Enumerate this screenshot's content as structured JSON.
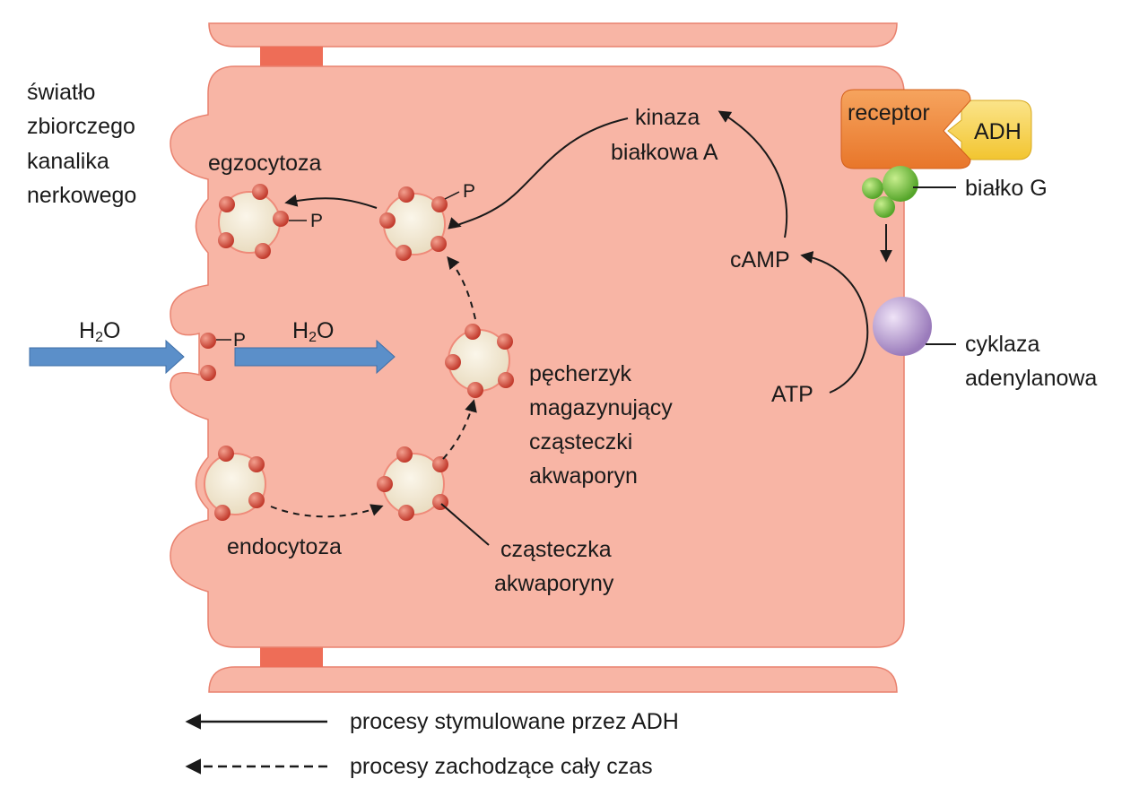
{
  "labels": {
    "lumen": [
      "światło",
      "zbiorczego",
      "kanalika",
      "nerkowego"
    ],
    "exocytosis": "egzocytoza",
    "endocytosis": "endocytoza",
    "water_left": "H",
    "water_right": "H",
    "water_sub": "2",
    "water_o": "O",
    "phosphate": "P",
    "kinase": [
      "kinaza",
      "białkowa A"
    ],
    "camp": "cAMP",
    "atp": "ATP",
    "receptor": "receptor",
    "adh": "ADH",
    "g_protein": "białko G",
    "adenylate_cyclase": [
      "cyklaza",
      "adenylanowa"
    ],
    "storage_vesicle": [
      "pęcherzyk",
      "magazynujący",
      "cząsteczki",
      "akwaporyn"
    ],
    "aquaporin": [
      "cząsteczka",
      "akwaporyny"
    ]
  },
  "legend": {
    "solid": "procesy stymulowane przez ADH",
    "dashed": "procesy zachodzące cały czas"
  },
  "colors": {
    "cell": "#f8b5a5",
    "cell_stroke": "#e9826f",
    "junction": "#ee6d57",
    "water_arrow": "#5b8fc9",
    "receptor": "#f08a3c",
    "adh": "#f7d04a",
    "g_protein": "#7cc540",
    "cyclase": "#b79ad0",
    "vesicle_fill": "#f3ead6",
    "aquaporin": "#d4493a"
  }
}
